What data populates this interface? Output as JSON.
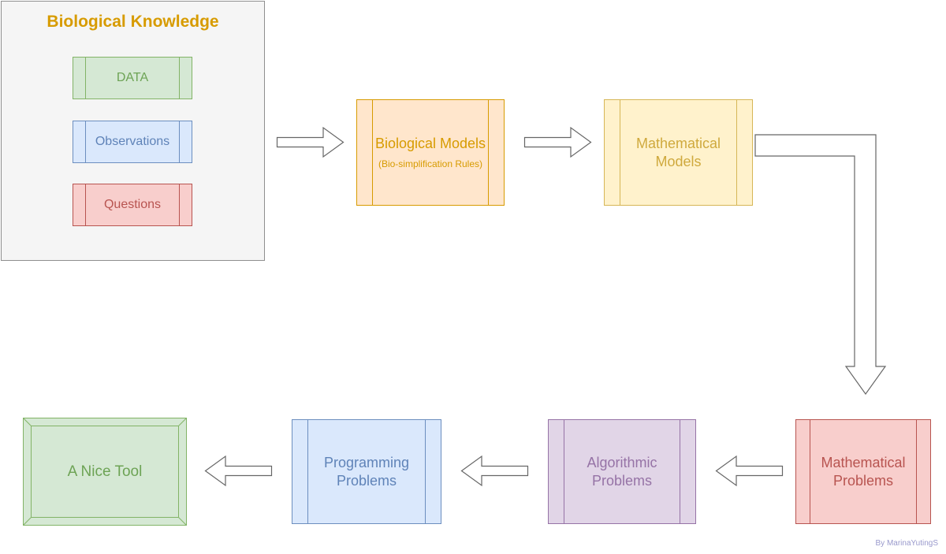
{
  "container": {
    "title": "Biological Knowledge",
    "items": [
      {
        "label": "DATA",
        "fill": "#d5e8d4",
        "stroke": "#82b366"
      },
      {
        "label": "Observations",
        "fill": "#dae8fc",
        "stroke": "#6c8ebf"
      },
      {
        "label": "Questions",
        "fill": "#f8cecc",
        "stroke": "#b85450"
      }
    ]
  },
  "nodes": {
    "biological_models": {
      "title": "Biological Models",
      "subtitle": "(Bio-simplification Rules)",
      "fill": "#ffe6cc",
      "stroke": "#d79b00"
    },
    "mathematical_models": {
      "label": "Mathematical Models",
      "fill": "#fff2cc",
      "stroke": "#d6b656"
    },
    "mathematical_problems": {
      "label": "Mathematical Problems",
      "fill": "#f8cecc",
      "stroke": "#b85450"
    },
    "algorithmic_problems": {
      "label": "Algorithmic Problems",
      "fill": "#e1d5e7",
      "stroke": "#9673a6"
    },
    "programming_problems": {
      "label": "Programming Problems",
      "fill": "#dae8fc",
      "stroke": "#6c8ebf"
    },
    "nice_tool": {
      "label": "A Nice Tool",
      "fill": "#d5e8d4",
      "stroke": "#82b366"
    }
  },
  "flow": [
    "Biological Knowledge -> Biological Models",
    "Biological Models -> Mathematical Models",
    "Mathematical Models -> Mathematical Problems",
    "Mathematical Problems -> Algorithmic Problems",
    "Algorithmic Problems -> Programming Problems",
    "Programming Problems -> A Nice Tool"
  ],
  "credit": "By MarinaYutingS",
  "colors": {
    "background": "#ffffff",
    "container_fill": "#f5f5f5",
    "container_stroke": "#8f8f8f",
    "title_color": "#d79b00",
    "arrow_outline": "#666666",
    "credit_color": "#9999cc"
  }
}
